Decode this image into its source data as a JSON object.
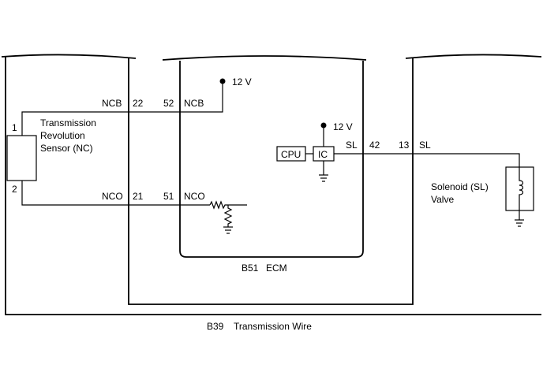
{
  "harness": {
    "connector": "B39",
    "name": "Transmission Wire"
  },
  "ecm": {
    "connector": "B51",
    "name": "ECM",
    "cpu_label": "CPU",
    "ic_label": "IC",
    "supply_top": "12 V",
    "supply_ic": "12 V"
  },
  "sensor": {
    "line1": "Transmission",
    "line2": "Revolution",
    "line3": "Sensor (NC)",
    "pin_top": "1",
    "pin_bottom": "2"
  },
  "solenoid": {
    "line1": "Solenoid (SL)",
    "line2": "Valve"
  },
  "circuits": {
    "ncb_left_signal": "NCB",
    "ncb_left_pin": "22",
    "ncb_ecm_pin": "52",
    "ncb_ecm_signal": "NCB",
    "nco_left_signal": "NCO",
    "nco_left_pin": "21",
    "nco_ecm_pin": "51",
    "nco_ecm_signal": "NCO",
    "sl_ecm_signal": "SL",
    "sl_ecm_pin": "42",
    "sl_right_pin": "13",
    "sl_right_signal": "SL"
  }
}
